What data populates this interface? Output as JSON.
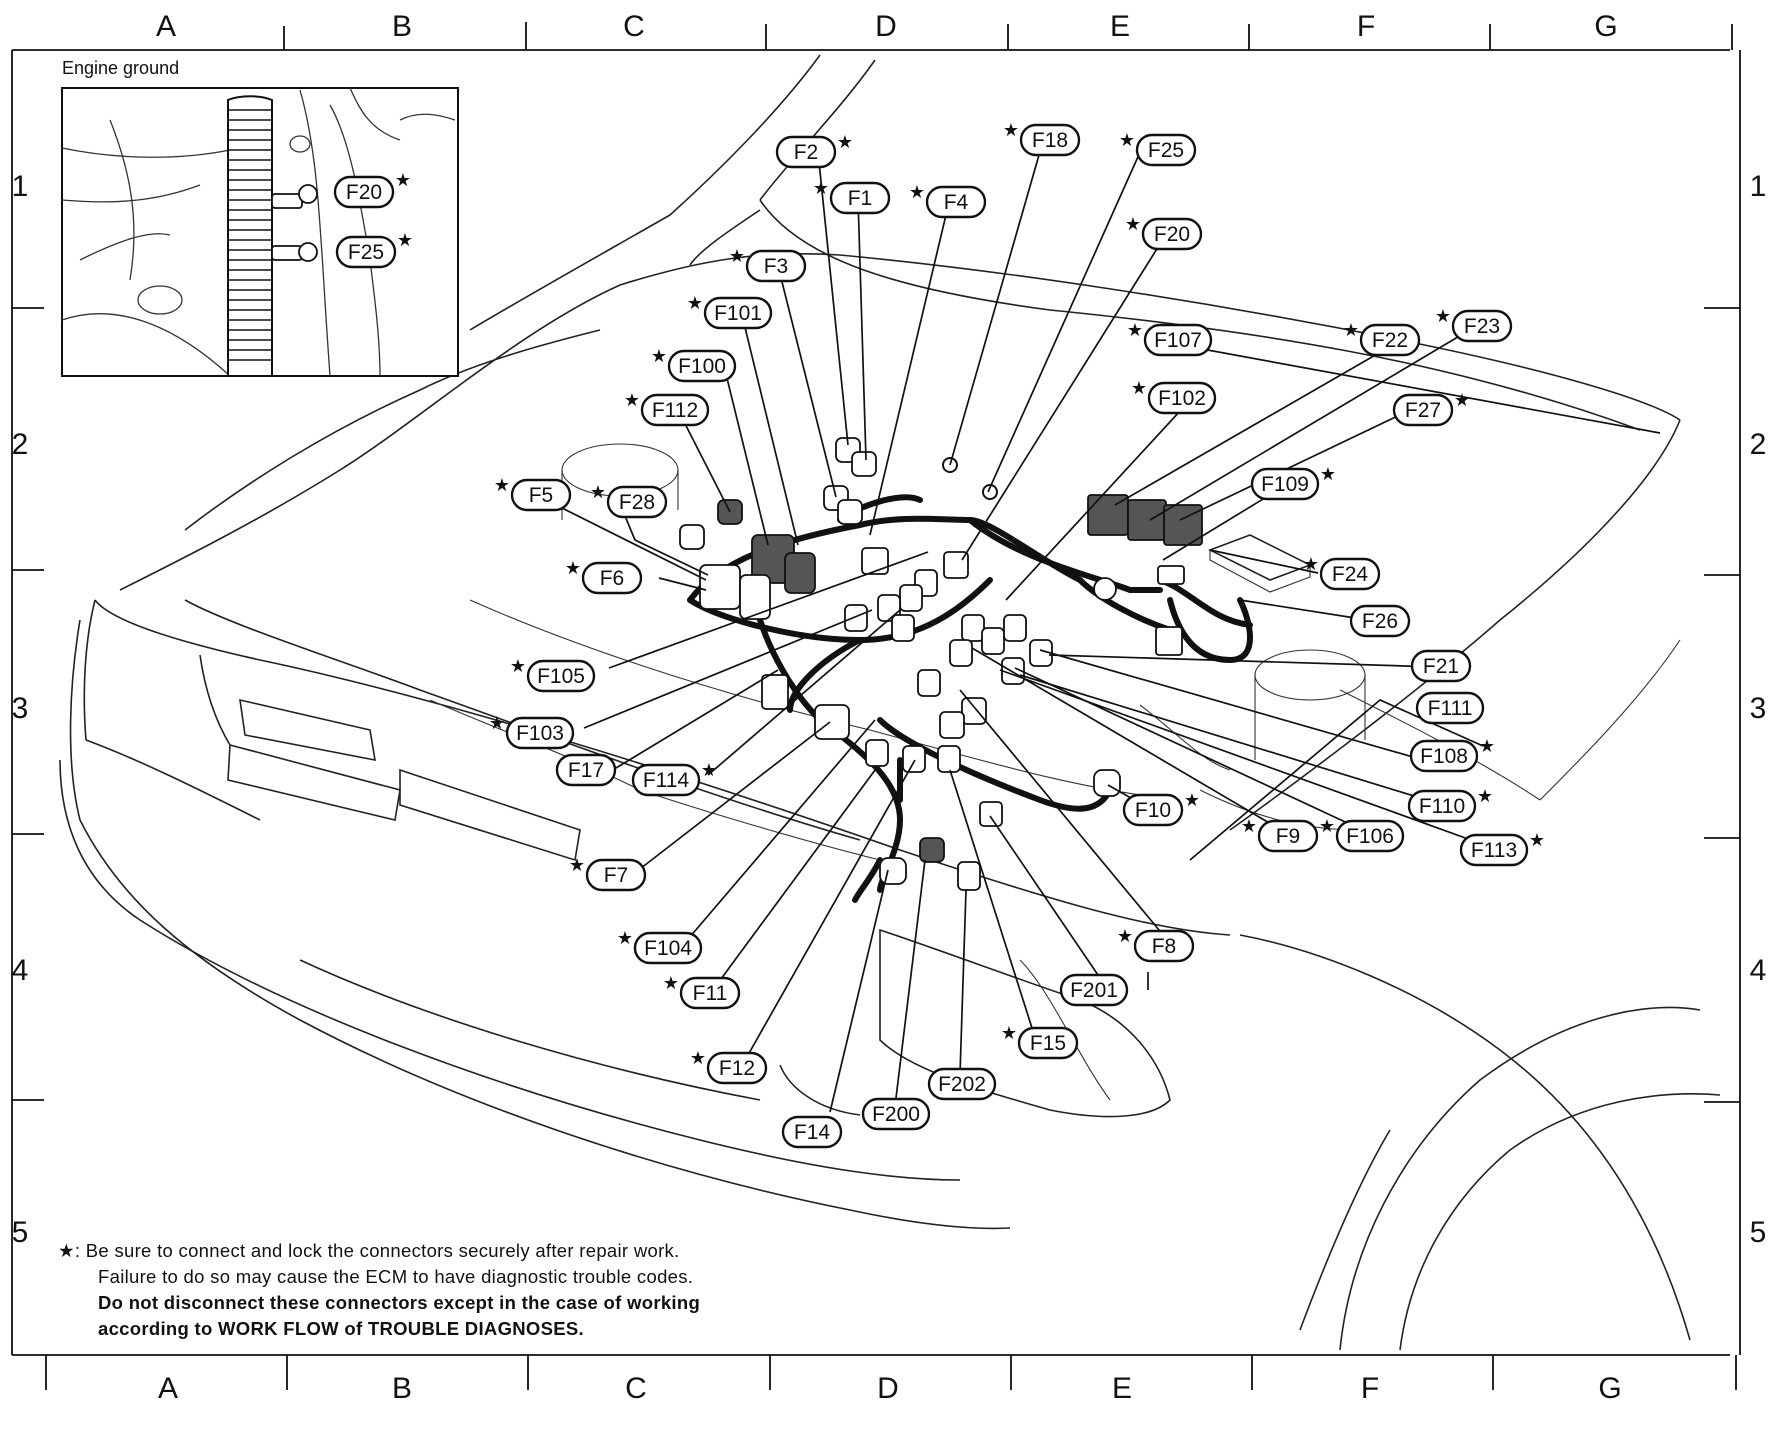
{
  "grid": {
    "columns": [
      "A",
      "B",
      "C",
      "D",
      "E",
      "F",
      "G"
    ],
    "rows": [
      "1",
      "2",
      "3",
      "4",
      "5"
    ]
  },
  "inset": {
    "title": "Engine ground",
    "labels": [
      {
        "text": "F20",
        "star": true
      },
      {
        "text": "F25",
        "star": true
      }
    ]
  },
  "connectors": [
    {
      "id": "F1",
      "star": true
    },
    {
      "id": "F2",
      "star": true
    },
    {
      "id": "F3",
      "star": true
    },
    {
      "id": "F4",
      "star": true
    },
    {
      "id": "F5",
      "star": true
    },
    {
      "id": "F6",
      "star": true
    },
    {
      "id": "F7",
      "star": true
    },
    {
      "id": "F8",
      "star": true
    },
    {
      "id": "F9",
      "star": true
    },
    {
      "id": "F10",
      "star": true
    },
    {
      "id": "F11",
      "star": true
    },
    {
      "id": "F12",
      "star": true
    },
    {
      "id": "F14",
      "star": false
    },
    {
      "id": "F15",
      "star": true
    },
    {
      "id": "F17",
      "star": false
    },
    {
      "id": "F18",
      "star": true
    },
    {
      "id": "F20",
      "star": true
    },
    {
      "id": "F21",
      "star": false
    },
    {
      "id": "F22",
      "star": true
    },
    {
      "id": "F23",
      "star": true
    },
    {
      "id": "F24",
      "star": true
    },
    {
      "id": "F25",
      "star": true
    },
    {
      "id": "F26",
      "star": false
    },
    {
      "id": "F27",
      "star": true
    },
    {
      "id": "F28",
      "star": true
    },
    {
      "id": "F100",
      "star": true
    },
    {
      "id": "F101",
      "star": true
    },
    {
      "id": "F102",
      "star": true
    },
    {
      "id": "F103",
      "star": true
    },
    {
      "id": "F104",
      "star": true
    },
    {
      "id": "F105",
      "star": true
    },
    {
      "id": "F106",
      "star": true
    },
    {
      "id": "F107",
      "star": true
    },
    {
      "id": "F108",
      "star": true
    },
    {
      "id": "F109",
      "star": true
    },
    {
      "id": "F110",
      "star": true
    },
    {
      "id": "F111",
      "star": false
    },
    {
      "id": "F112",
      "star": true
    },
    {
      "id": "F113",
      "star": true
    },
    {
      "id": "F114",
      "star": true
    },
    {
      "id": "F200",
      "star": false
    },
    {
      "id": "F201",
      "star": false
    },
    {
      "id": "F202",
      "star": false
    }
  ],
  "note": {
    "symbol": "★",
    "line1": ": Be sure to connect and lock the connectors securely after repair work.",
    "line2": "Failure to do so may cause the ECM to have diagnostic trouble codes.",
    "line3": "Do not disconnect these connectors except in the case of working",
    "line4": "according to WORK FLOW of TROUBLE DIAGNOSES."
  }
}
